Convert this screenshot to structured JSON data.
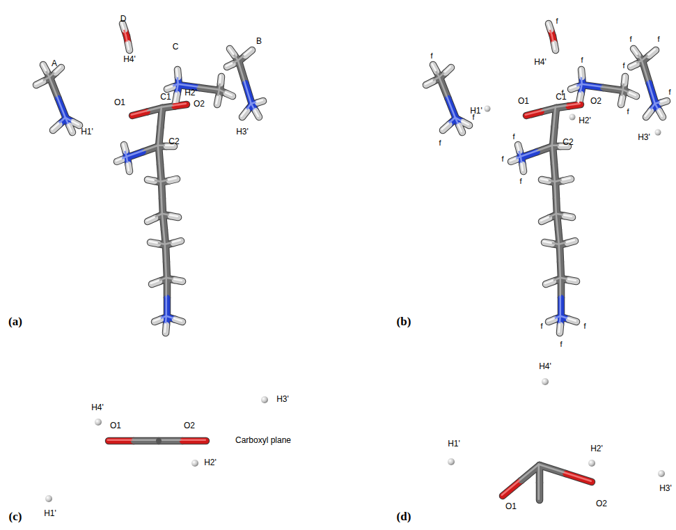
{
  "diagram": {
    "labels": [
      "A",
      "D",
      "C",
      "B",
      "H4'",
      "O1",
      "C1",
      "O2",
      "H2'",
      "H3'",
      "H1'",
      "C2",
      "(a)",
      "H4'",
      "H2'",
      "O1",
      "C1",
      "O2",
      "H3'",
      "H1'",
      "C2",
      "(b)",
      "f",
      "f",
      "f",
      "f",
      "f",
      "f",
      "f",
      "f",
      "f",
      "f",
      "f",
      "f",
      "f",
      "f",
      "f",
      "f",
      "f",
      "H4'",
      "H3'",
      "O1",
      "O2",
      "Carboxyl plane",
      "H2'",
      "H1'",
      "(c)",
      "H4'",
      "H1'",
      "H2'",
      "O1",
      "O2",
      "H3'",
      "(d)"
    ]
  }
}
